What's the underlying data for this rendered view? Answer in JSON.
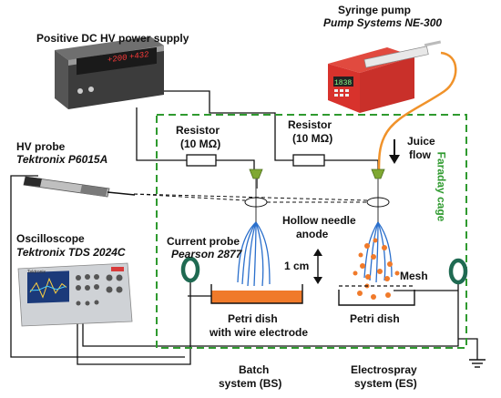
{
  "labels": {
    "hv_supply": "Positive DC HV power supply",
    "syringe_pump_title": "Syringe pump",
    "syringe_pump_model": "Pump Systems NE-300",
    "resistor1_name": "Resistor",
    "resistor1_value": "(10 MΩ)",
    "resistor2_name": "Resistor",
    "resistor2_value": "(10 MΩ)",
    "hv_probe_title": "HV probe",
    "hv_probe_model": "Tektronix P6015A",
    "juice_flow_1": "Juice",
    "juice_flow_2": "flow",
    "faraday_cage": "Faraday cage",
    "hollow_needle_1": "Hollow needle",
    "hollow_needle_2": "anode",
    "current_probe_title": "Current probe",
    "current_probe_model": "Pearson 2877",
    "oscilloscope_title": "Oscilloscope",
    "oscilloscope_model": "Tektronix TDS 2024C",
    "distance": "1 cm",
    "mesh": "Mesh",
    "petri_dish_left_1": "Petri dish",
    "petri_dish_left_2": "with wire electrode",
    "petri_dish_right": "Petri dish",
    "batch_system_1": "Batch",
    "batch_system_2": "system (BS)",
    "electrospray_system_1": "Electrospray",
    "electrospray_system_2": "system (ES)"
  },
  "device_displays": {
    "hv_readout_1": "+200",
    "hv_readout_2": "+432",
    "pump_display": "1838",
    "scope_brand": "Tektronix"
  },
  "colors": {
    "cage": "#2f9a2f",
    "juice_tube": "#f0922a",
    "liquid": "#f07a2a",
    "spray_blue": "#2a6fcc",
    "pump_red": "#d8322c",
    "probe_ring": "#1f6a52",
    "nozzle": "#7fa832"
  }
}
